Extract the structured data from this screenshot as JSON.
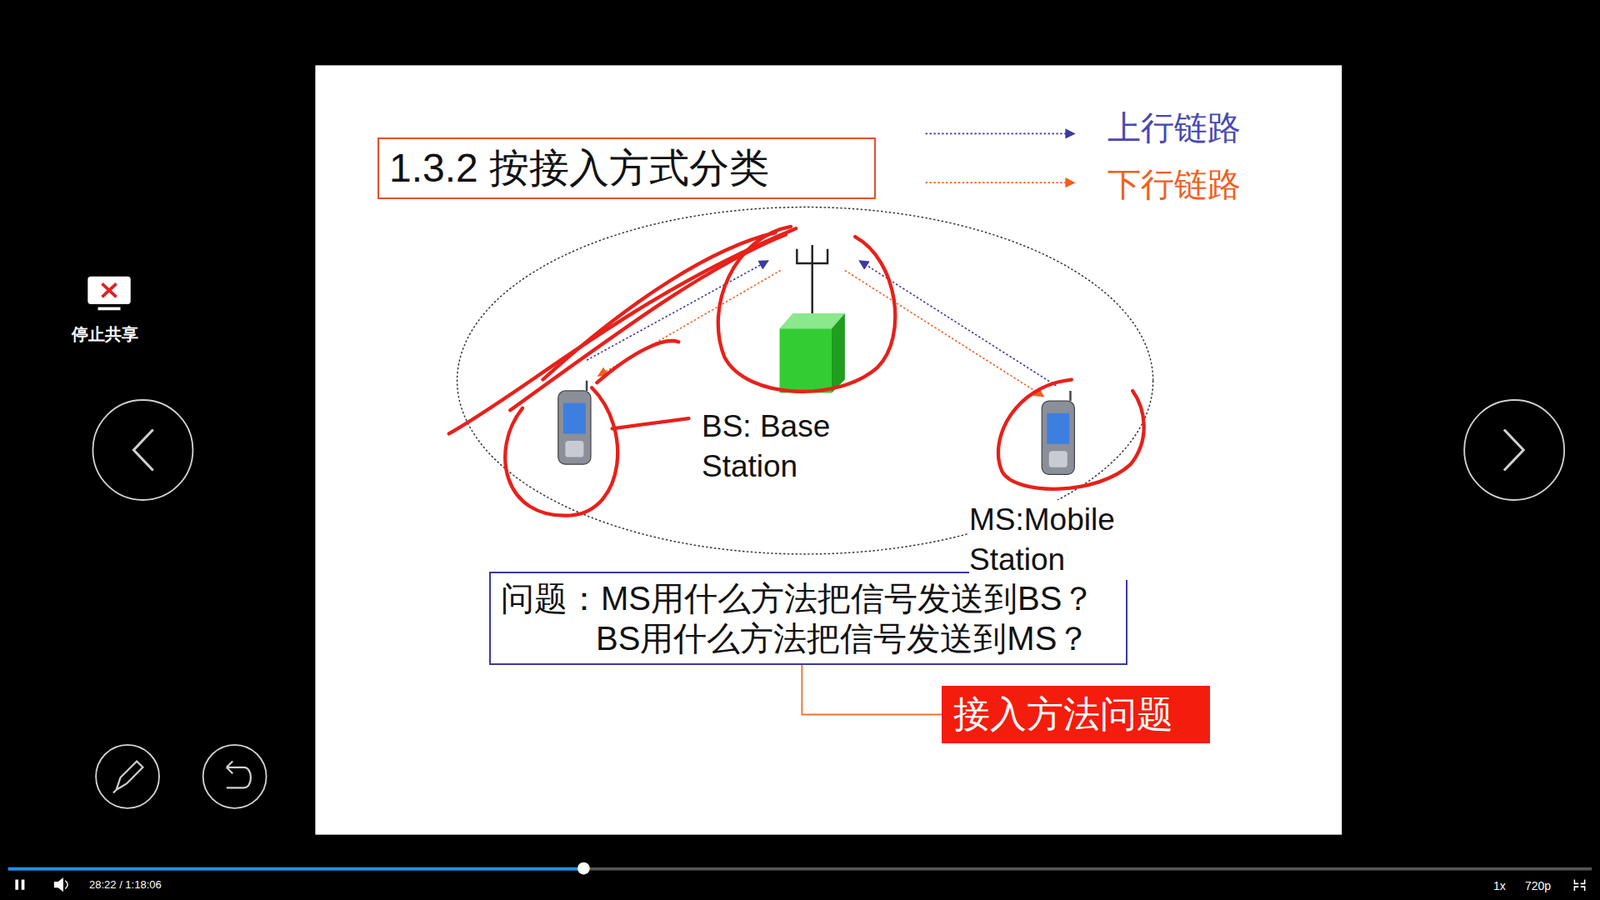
{
  "diagram": {
    "nodes": [
      {
        "text": [
          "1.3.2 按接入方式分类"
        ]
      },
      {
        "text": [
          "问题：MS用什么方法把信号发送到BS？",
          "BS用什么方法把信号发送到MS？"
        ]
      },
      {
        "text": [
          "接入方法问题"
        ]
      }
    ],
    "edges": [
      {
        "from": 1,
        "to": 2,
        "arrow": "none"
      }
    ],
    "labels": [
      "停止共享",
      "BS: Base Station",
      "MS:Mobile Station",
      "28:22 / 1:18:06",
      "1x",
      "720p"
    ],
    "legend": [
      {
        "text": "上行链路"
      },
      {
        "text": "下行链路"
      }
    ]
  }
}
